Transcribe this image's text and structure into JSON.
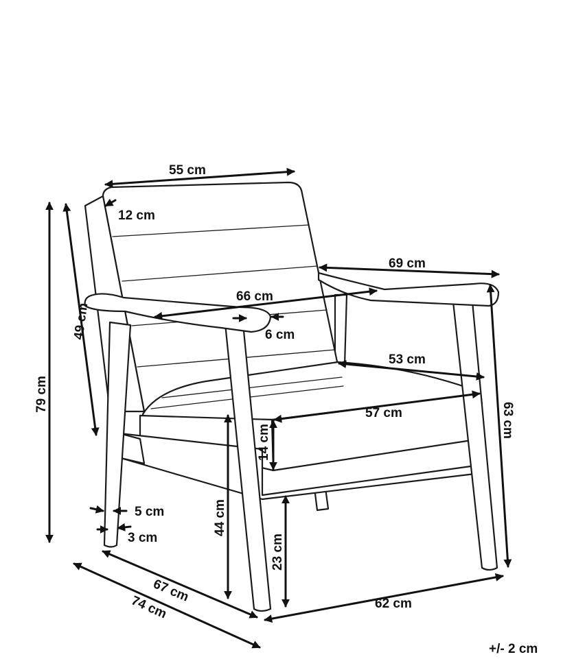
{
  "measurements": {
    "back_width": "55 cm",
    "back_depth": "12 cm",
    "arm_length": "69 cm",
    "inner_width": "66 cm",
    "arm_width": "6 cm",
    "seat_depth": "53 cm",
    "seat_width": "57 cm",
    "back_height": "49 cm",
    "total_height": "79 cm",
    "arm_height": "63 cm",
    "cushion_height": "14 cm",
    "seat_height": "44 cm",
    "clearance": "23 cm",
    "leg_top": "5 cm",
    "leg_bottom": "3 cm",
    "depth": "67 cm",
    "total_depth": "74 cm",
    "total_width": "62 cm"
  },
  "tolerance": "+/- 2 cm"
}
